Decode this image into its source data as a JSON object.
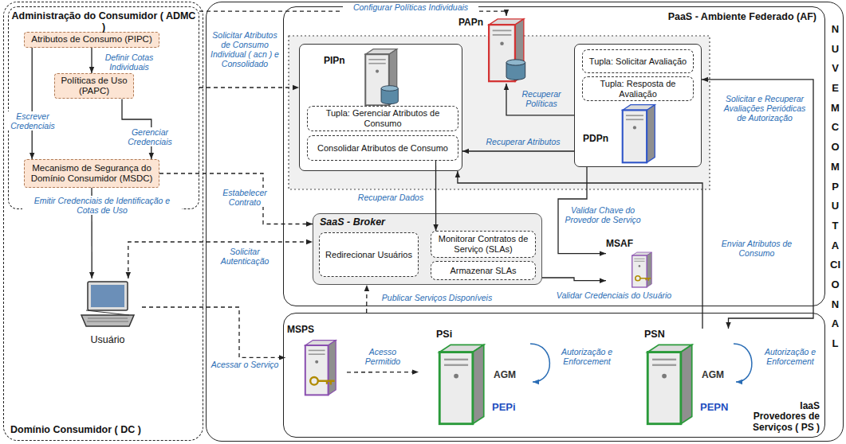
{
  "diagram": {
    "nodes": [
      {
        "text": [
          "Domínio Consumidor ( DC )"
        ]
      },
      {
        "text": [
          "Administração do Consumidor ( ADMC )"
        ],
        "in": 0
      },
      {
        "text": [
          "Atributos de Consumo (PIPC)"
        ],
        "in": 1
      },
      {
        "text": [
          "Políticas de Uso (PAPC)"
        ],
        "in": 1
      },
      {
        "text": [
          "Mecanismo de Segurança do Domínio Consumidor (MSDC)"
        ],
        "in": 1
      },
      {
        "text": [
          "Usuário"
        ],
        "in": 0
      },
      {
        "text": [
          "NUVEM COMPUTACIONAL"
        ]
      },
      {
        "text": [
          "PaaS - Ambiente Federado (AF)"
        ],
        "in": 6
      },
      {
        "text": [
          "PIPn"
        ],
        "in": 7
      },
      {
        "text": [
          "Tupla: Gerenciar Atributos de Consumo"
        ],
        "in": 8
      },
      {
        "text": [
          "Consolidar Atributos de Consumo"
        ],
        "in": 8
      },
      {
        "text": [
          "PAPn"
        ],
        "in": 7
      },
      {
        "text": [
          "PDPn"
        ],
        "in": 7
      },
      {
        "text": [
          "Tupla: Solicitar Avaliação"
        ],
        "in": 12
      },
      {
        "text": [
          "Tupla: Resposta de Avaliação"
        ],
        "in": 12
      },
      {
        "text": [
          "SaaS - Broker"
        ],
        "in": 7
      },
      {
        "text": [
          "Redirecionar Usuários"
        ],
        "in": 15
      },
      {
        "text": [
          "Monitorar Contratos de Serviço (SLAs)"
        ],
        "in": 15
      },
      {
        "text": [
          "Armazenar SLAs"
        ],
        "in": 15
      },
      {
        "text": [
          "MSAF"
        ],
        "in": 7
      },
      {
        "text": [
          "IaaS Provedores de Serviços ( PS )"
        ],
        "in": 6
      },
      {
        "text": [
          "MSPS"
        ],
        "in": 20
      },
      {
        "text": [
          "PSi",
          "AGM",
          "PEPi"
        ],
        "in": 20
      },
      {
        "text": [
          "PSN",
          "AGM",
          "PEPN"
        ],
        "in": 20
      }
    ],
    "edges": [
      {
        "from": 2,
        "to": 3,
        "label": "Definir Cotas Individuais",
        "arrow": "to"
      },
      {
        "from": 2,
        "to": 4,
        "label": "Escrever Credenciais",
        "arrow": "to"
      },
      {
        "from": 3,
        "to": 4,
        "label": "Gerenciar Credenciais",
        "arrow": "to"
      },
      {
        "from": 4,
        "to": 5,
        "label": "Emitir Credenciais de Identificação e Cotas de Uso",
        "arrow": "to"
      },
      {
        "from": 1,
        "to": 11,
        "label": "Configurar Políticas Individuais",
        "arrow": "to"
      },
      {
        "from": 1,
        "to": 8,
        "label": "Solicitar Atributos de Consumo Individual ( acn ) e Consolidado",
        "arrow": "to"
      },
      {
        "from": 4,
        "to": 15,
        "label": "Estabelecer Contrato",
        "arrow": "to"
      },
      {
        "from": 5,
        "to": 15,
        "label": "Solicitar Autenticação",
        "arrow": "both"
      },
      {
        "from": 5,
        "to": 21,
        "label": "Acessar o Serviço",
        "arrow": "to"
      },
      {
        "from": 21,
        "to": 22,
        "label": "Acesso Permitido",
        "arrow": "to"
      },
      {
        "from": 12,
        "to": 11,
        "label": "Recuperar Políticas",
        "arrow": "to"
      },
      {
        "from": 12,
        "to": 8,
        "label": "Recuperar Atributos",
        "arrow": "to"
      },
      {
        "from": 10,
        "to": 17,
        "label": "Recuperar Dados",
        "arrow": "to"
      },
      {
        "from": 23,
        "to": 8,
        "label": "Enviar Atributos de Consumo",
        "arrow": "to"
      },
      {
        "from": 12,
        "to": 23,
        "label": "Solicitar e Recuperar Avaliações Periódicas de Autorização",
        "arrow": "both"
      },
      {
        "from": 12,
        "to": 19,
        "label": "Validar Chave do Provedor de Serviço",
        "arrow": "to"
      },
      {
        "from": 15,
        "to": 19,
        "label": "Validar Credenciais do Usuário",
        "arrow": "to"
      },
      {
        "from": 20,
        "to": 15,
        "label": "Publicar Serviços Disponíveis",
        "arrow": "to"
      }
    ],
    "labels": [
      "Autorização e Enforcement",
      "Autorização e Enforcement"
    ]
  }
}
